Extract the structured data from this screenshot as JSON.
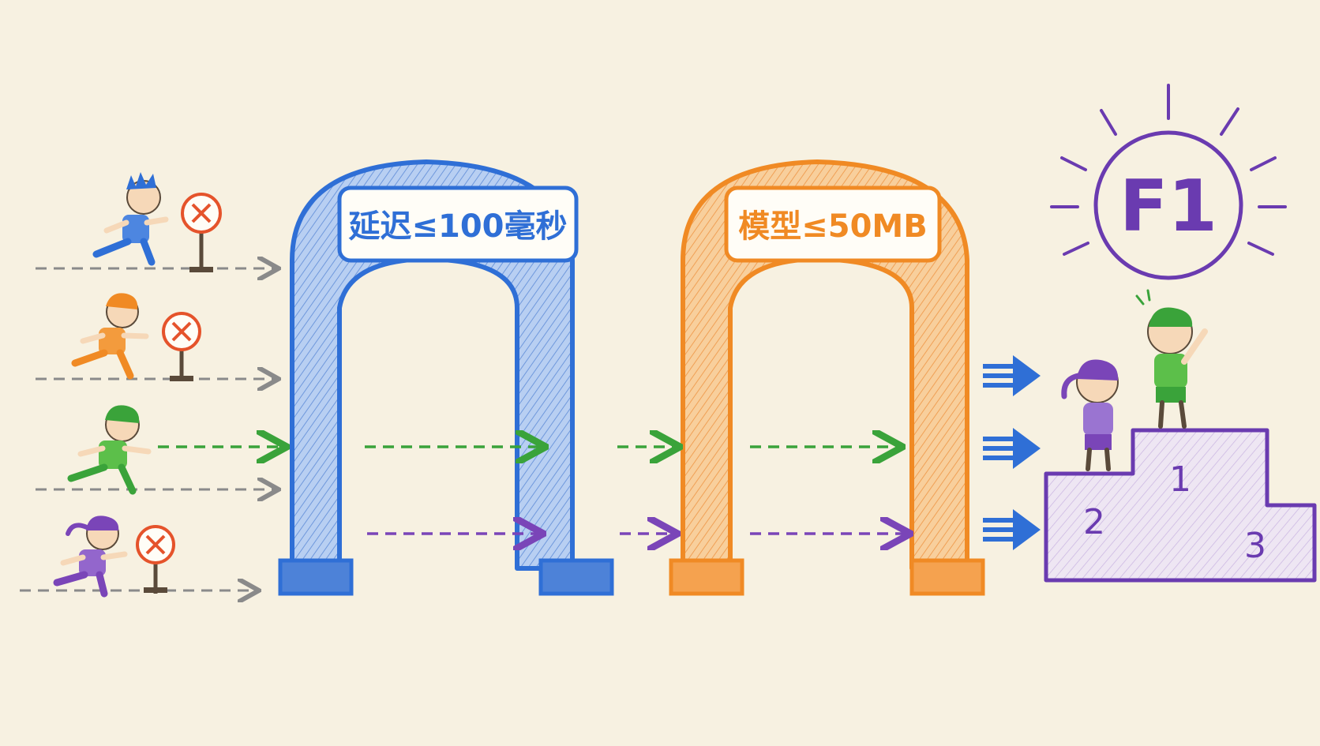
{
  "gates": [
    {
      "label": "延迟≤100毫秒",
      "color": "#2f6fd6",
      "fill": "#9dbcec"
    },
    {
      "label": "模型≤50MB",
      "color": "#f08a24",
      "fill": "#f6c083"
    }
  ],
  "badge": {
    "text": "F1",
    "color": "#6a3bb0"
  },
  "podium": {
    "first": "1",
    "second": "2",
    "third": "3",
    "color": "#6a3bb0"
  },
  "runners": [
    {
      "name": "blue",
      "color": "#2f6fd6",
      "passes": false
    },
    {
      "name": "orange",
      "color": "#f08a24",
      "passes": false
    },
    {
      "name": "green",
      "color": "#3aa33a",
      "passes": true
    },
    {
      "name": "purple",
      "color": "#7a45b8",
      "passes": true
    }
  ],
  "colors": {
    "stop_sign": "#e5532b",
    "dashed_gray": "#8a8a8a",
    "arrow_blue": "#2f6fd6"
  }
}
